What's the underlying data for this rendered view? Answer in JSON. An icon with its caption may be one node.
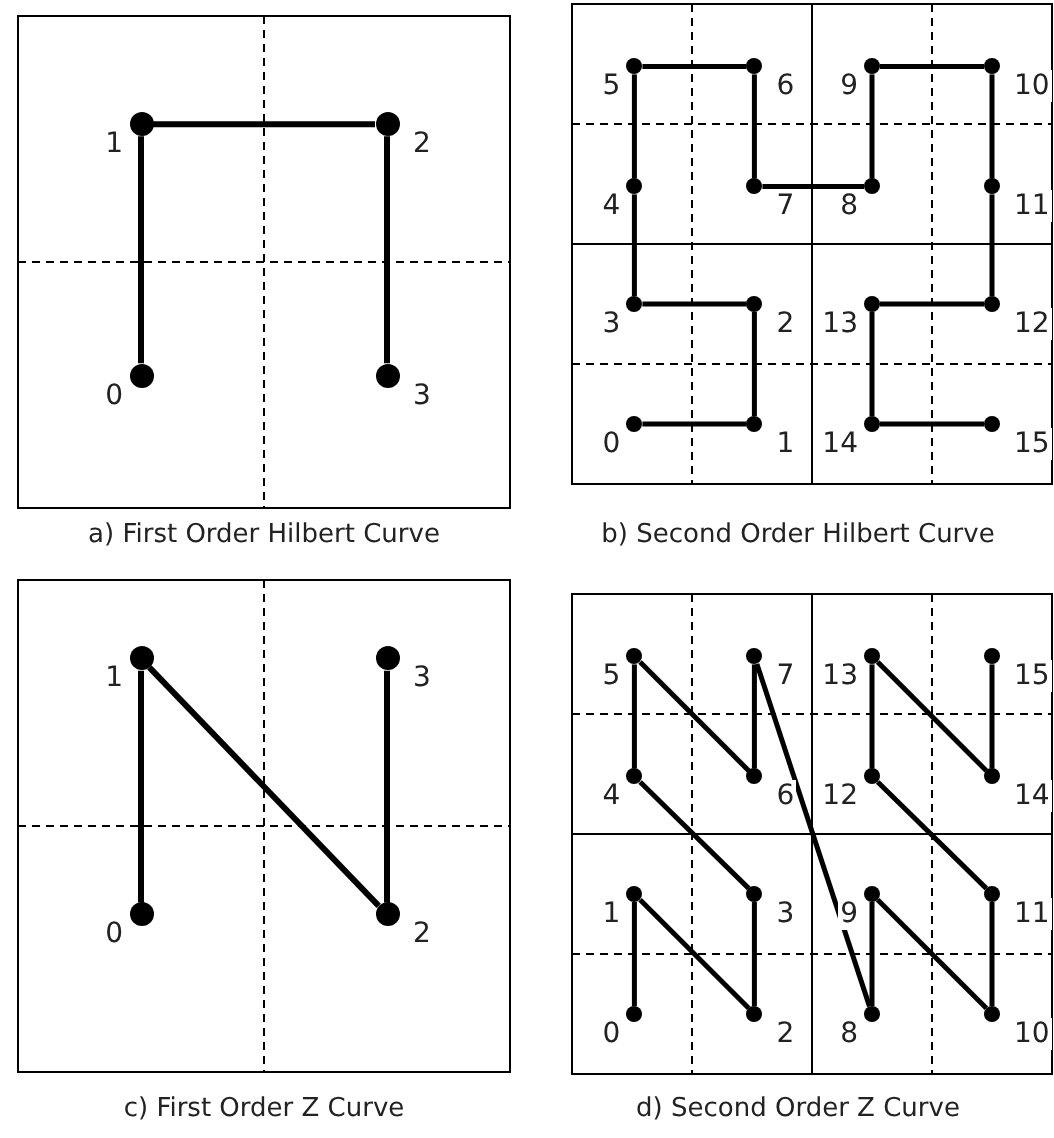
{
  "diagram": {
    "nodes": [
      {
        "text": [
          "a) First Order Hilbert Curve"
        ]
      },
      {
        "text": [],
        "shape": "circle",
        "in": 0,
        "beside": [
          "0"
        ]
      },
      {
        "text": [],
        "shape": "circle",
        "in": 0,
        "beside": [
          "1"
        ]
      },
      {
        "text": [],
        "shape": "circle",
        "in": 0,
        "beside": [
          "2"
        ]
      },
      {
        "text": [],
        "shape": "circle",
        "in": 0,
        "beside": [
          "3"
        ]
      },
      {
        "text": [
          "b) Second Order Hilbert Curve"
        ]
      },
      {
        "text": [],
        "shape": "circle",
        "in": 5,
        "beside": [
          "0"
        ]
      },
      {
        "text": [],
        "shape": "circle",
        "in": 5,
        "beside": [
          "1"
        ]
      },
      {
        "text": [],
        "shape": "circle",
        "in": 5,
        "beside": [
          "2"
        ]
      },
      {
        "text": [],
        "shape": "circle",
        "in": 5,
        "beside": [
          "3"
        ]
      },
      {
        "text": [],
        "shape": "circle",
        "in": 5,
        "beside": [
          "4"
        ]
      },
      {
        "text": [],
        "shape": "circle",
        "in": 5,
        "beside": [
          "5"
        ]
      },
      {
        "text": [],
        "shape": "circle",
        "in": 5,
        "beside": [
          "6"
        ]
      },
      {
        "text": [],
        "shape": "circle",
        "in": 5,
        "beside": [
          "7"
        ]
      },
      {
        "text": [],
        "shape": "circle",
        "in": 5,
        "beside": [
          "8"
        ]
      },
      {
        "text": [],
        "shape": "circle",
        "in": 5,
        "beside": [
          "9"
        ]
      },
      {
        "text": [],
        "shape": "circle",
        "in": 5,
        "beside": [
          "10"
        ]
      },
      {
        "text": [],
        "shape": "circle",
        "in": 5,
        "beside": [
          "11"
        ]
      },
      {
        "text": [],
        "shape": "circle",
        "in": 5,
        "beside": [
          "12"
        ]
      },
      {
        "text": [],
        "shape": "circle",
        "in": 5,
        "beside": [
          "13"
        ]
      },
      {
        "text": [],
        "shape": "circle",
        "in": 5,
        "beside": [
          "14"
        ]
      },
      {
        "text": [],
        "shape": "circle",
        "in": 5,
        "beside": [
          "15"
        ]
      },
      {
        "text": [
          "c) First Order Z Curve"
        ]
      },
      {
        "text": [],
        "shape": "circle",
        "in": 22,
        "beside": [
          "0"
        ]
      },
      {
        "text": [],
        "shape": "circle",
        "in": 22,
        "beside": [
          "1"
        ]
      },
      {
        "text": [],
        "shape": "circle",
        "in": 22,
        "beside": [
          "2"
        ]
      },
      {
        "text": [],
        "shape": "circle",
        "in": 22,
        "beside": [
          "3"
        ]
      },
      {
        "text": [
          "d) Second Order Z Curve"
        ]
      },
      {
        "text": [],
        "shape": "circle",
        "in": 27,
        "beside": [
          "0"
        ]
      },
      {
        "text": [],
        "shape": "circle",
        "in": 27,
        "beside": [
          "1"
        ]
      },
      {
        "text": [],
        "shape": "circle",
        "in": 27,
        "beside": [
          "2"
        ]
      },
      {
        "text": [],
        "shape": "circle",
        "in": 27,
        "beside": [
          "3"
        ]
      },
      {
        "text": [],
        "shape": "circle",
        "in": 27,
        "beside": [
          "4"
        ]
      },
      {
        "text": [],
        "shape": "circle",
        "in": 27,
        "beside": [
          "5"
        ]
      },
      {
        "text": [],
        "shape": "circle",
        "in": 27,
        "beside": [
          "6"
        ]
      },
      {
        "text": [],
        "shape": "circle",
        "in": 27,
        "beside": [
          "7"
        ]
      },
      {
        "text": [],
        "shape": "circle",
        "in": 27,
        "beside": [
          "8"
        ]
      },
      {
        "text": [],
        "shape": "circle",
        "in": 27,
        "beside": [
          "9"
        ]
      },
      {
        "text": [],
        "shape": "circle",
        "in": 27,
        "beside": [
          "10"
        ]
      },
      {
        "text": [],
        "shape": "circle",
        "in": 27,
        "beside": [
          "11"
        ]
      },
      {
        "text": [],
        "shape": "circle",
        "in": 27,
        "beside": [
          "12"
        ]
      },
      {
        "text": [],
        "shape": "circle",
        "in": 27,
        "beside": [
          "13"
        ]
      },
      {
        "text": [],
        "shape": "circle",
        "in": 27,
        "beside": [
          "14"
        ]
      },
      {
        "text": [],
        "shape": "circle",
        "in": 27,
        "beside": [
          "15"
        ]
      }
    ],
    "edges": [
      {
        "from": 1,
        "to": 2,
        "arrow": "none"
      },
      {
        "from": 2,
        "to": 3,
        "arrow": "none"
      },
      {
        "from": 3,
        "to": 4,
        "arrow": "none"
      },
      {
        "from": 6,
        "to": 7,
        "arrow": "none"
      },
      {
        "from": 7,
        "to": 8,
        "arrow": "none"
      },
      {
        "from": 8,
        "to": 9,
        "arrow": "none"
      },
      {
        "from": 9,
        "to": 10,
        "arrow": "none"
      },
      {
        "from": 10,
        "to": 11,
        "arrow": "none"
      },
      {
        "from": 11,
        "to": 12,
        "arrow": "none"
      },
      {
        "from": 12,
        "to": 13,
        "arrow": "none"
      },
      {
        "from": 13,
        "to": 14,
        "arrow": "none"
      },
      {
        "from": 14,
        "to": 15,
        "arrow": "none"
      },
      {
        "from": 15,
        "to": 16,
        "arrow": "none"
      },
      {
        "from": 16,
        "to": 17,
        "arrow": "none"
      },
      {
        "from": 17,
        "to": 18,
        "arrow": "none"
      },
      {
        "from": 18,
        "to": 19,
        "arrow": "none"
      },
      {
        "from": 19,
        "to": 20,
        "arrow": "none"
      },
      {
        "from": 20,
        "to": 21,
        "arrow": "none"
      },
      {
        "from": 23,
        "to": 24,
        "arrow": "none"
      },
      {
        "from": 24,
        "to": 25,
        "arrow": "none"
      },
      {
        "from": 25,
        "to": 26,
        "arrow": "none"
      },
      {
        "from": 28,
        "to": 29,
        "arrow": "none"
      },
      {
        "from": 29,
        "to": 30,
        "arrow": "none"
      },
      {
        "from": 30,
        "to": 31,
        "arrow": "none"
      },
      {
        "from": 31,
        "to": 32,
        "arrow": "none"
      },
      {
        "from": 32,
        "to": 33,
        "arrow": "none"
      },
      {
        "from": 33,
        "to": 34,
        "arrow": "none"
      },
      {
        "from": 34,
        "to": 35,
        "arrow": "none"
      },
      {
        "from": 35,
        "to": 36,
        "arrow": "none"
      },
      {
        "from": 36,
        "to": 37,
        "arrow": "none"
      },
      {
        "from": 37,
        "to": 38,
        "arrow": "none"
      },
      {
        "from": 38,
        "to": 39,
        "arrow": "none"
      },
      {
        "from": 39,
        "to": 40,
        "arrow": "none"
      },
      {
        "from": 40,
        "to": 41,
        "arrow": "none"
      },
      {
        "from": 41,
        "to": 42,
        "arrow": "none"
      },
      {
        "from": 42,
        "to": 43,
        "arrow": "none"
      }
    ]
  }
}
